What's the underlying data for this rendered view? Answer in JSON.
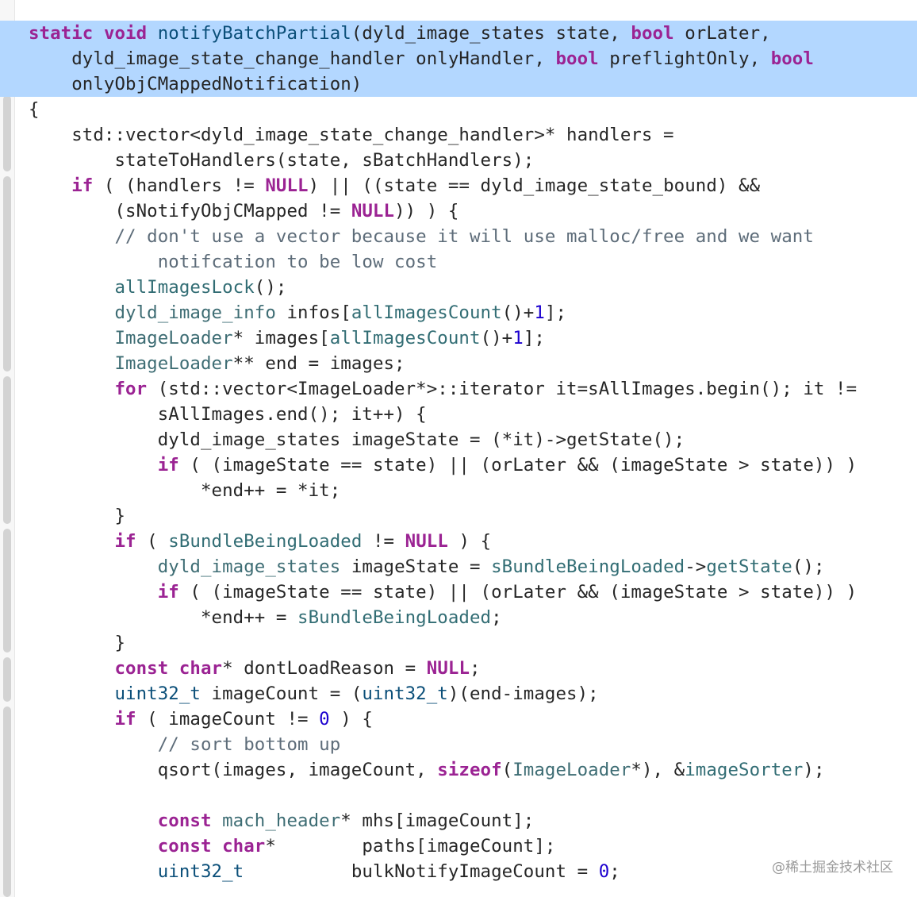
{
  "editor": {
    "colors": {
      "keyword": "#9b2393",
      "function": "#326d74",
      "type": "#0b4f79",
      "class": "#3e6d74",
      "number": "#1c00cf",
      "comment": "#5d6c79",
      "plain": "#262626",
      "selection": "#b3d7ff"
    },
    "lines": [
      {
        "selected": true,
        "tokens": [
          [
            "kw",
            "static"
          ],
          [
            "pl",
            " "
          ],
          [
            "kw",
            "void"
          ],
          [
            "pl",
            " "
          ],
          [
            "ty",
            "notifyBatchPartial"
          ],
          [
            "pl",
            "(dyld_image_states state, "
          ],
          [
            "kw",
            "bool"
          ],
          [
            "pl",
            " orLater,"
          ]
        ]
      },
      {
        "selected": true,
        "tokens": [
          [
            "pl",
            "    dyld_image_state_change_handler onlyHandler, "
          ],
          [
            "kw",
            "bool"
          ],
          [
            "pl",
            " preflightOnly, "
          ],
          [
            "kw",
            "bool"
          ]
        ]
      },
      {
        "selected": true,
        "tokens": [
          [
            "pl",
            "    onlyObjCMappedNotification)"
          ]
        ]
      },
      {
        "tokens": [
          [
            "pl",
            "{"
          ]
        ]
      },
      {
        "tokens": [
          [
            "pl",
            "    std::vector<dyld_image_state_change_handler>* handlers ="
          ]
        ]
      },
      {
        "tokens": [
          [
            "pl",
            "        stateToHandlers(state, sBatchHandlers);"
          ]
        ]
      },
      {
        "tokens": [
          [
            "pl",
            "    "
          ],
          [
            "kw",
            "if"
          ],
          [
            "pl",
            " ( (handlers != "
          ],
          [
            "kw",
            "NULL"
          ],
          [
            "pl",
            ") || ((state == dyld_image_state_bound) &&"
          ]
        ]
      },
      {
        "tokens": [
          [
            "pl",
            "        (sNotifyObjCMapped != "
          ],
          [
            "kw",
            "NULL"
          ],
          [
            "pl",
            ")) ) {"
          ]
        ]
      },
      {
        "tokens": [
          [
            "pl",
            "        "
          ],
          [
            "cm",
            "// don't use a vector because it will use malloc/free and we want"
          ]
        ]
      },
      {
        "tokens": [
          [
            "pl",
            "            "
          ],
          [
            "cm",
            "notifcation to be low cost"
          ]
        ]
      },
      {
        "tokens": [
          [
            "pl",
            "        "
          ],
          [
            "fn",
            "allImagesLock"
          ],
          [
            "pl",
            "();"
          ]
        ]
      },
      {
        "tokens": [
          [
            "pl",
            "        "
          ],
          [
            "cls",
            "dyld_image_info"
          ],
          [
            "pl",
            " infos["
          ],
          [
            "fn",
            "allImagesCount"
          ],
          [
            "pl",
            "()+"
          ],
          [
            "num",
            "1"
          ],
          [
            "pl",
            "];"
          ]
        ]
      },
      {
        "tokens": [
          [
            "pl",
            "        "
          ],
          [
            "cls",
            "ImageLoader"
          ],
          [
            "pl",
            "* images["
          ],
          [
            "fn",
            "allImagesCount"
          ],
          [
            "pl",
            "()+"
          ],
          [
            "num",
            "1"
          ],
          [
            "pl",
            "];"
          ]
        ]
      },
      {
        "tokens": [
          [
            "pl",
            "        "
          ],
          [
            "cls",
            "ImageLoader"
          ],
          [
            "pl",
            "** end = images;"
          ]
        ]
      },
      {
        "tokens": [
          [
            "pl",
            "        "
          ],
          [
            "kw",
            "for"
          ],
          [
            "pl",
            " (std::vector<ImageLoader*>::iterator it=sAllImages.begin(); it !="
          ]
        ]
      },
      {
        "tokens": [
          [
            "pl",
            "            sAllImages.end(); it++) {"
          ]
        ]
      },
      {
        "tokens": [
          [
            "pl",
            "            dyld_image_states imageState = (*it)->getState();"
          ]
        ]
      },
      {
        "tokens": [
          [
            "pl",
            "            "
          ],
          [
            "kw",
            "if"
          ],
          [
            "pl",
            " ( (imageState == state) || (orLater && (imageState > state)) )"
          ]
        ]
      },
      {
        "tokens": [
          [
            "pl",
            "                *end++ = *it;"
          ]
        ]
      },
      {
        "tokens": [
          [
            "pl",
            "        }"
          ]
        ]
      },
      {
        "tokens": [
          [
            "pl",
            "        "
          ],
          [
            "kw",
            "if"
          ],
          [
            "pl",
            " ( "
          ],
          [
            "fn",
            "sBundleBeingLoaded"
          ],
          [
            "pl",
            " != "
          ],
          [
            "kw",
            "NULL"
          ],
          [
            "pl",
            " ) {"
          ]
        ]
      },
      {
        "tokens": [
          [
            "pl",
            "            "
          ],
          [
            "cls",
            "dyld_image_states"
          ],
          [
            "pl",
            " imageState = "
          ],
          [
            "fn",
            "sBundleBeingLoaded"
          ],
          [
            "pl",
            "->"
          ],
          [
            "fn",
            "getState"
          ],
          [
            "pl",
            "();"
          ]
        ]
      },
      {
        "tokens": [
          [
            "pl",
            "            "
          ],
          [
            "kw",
            "if"
          ],
          [
            "pl",
            " ( (imageState == state) || (orLater && (imageState > state)) )"
          ]
        ]
      },
      {
        "tokens": [
          [
            "pl",
            "                *end++ = "
          ],
          [
            "fn",
            "sBundleBeingLoaded"
          ],
          [
            "pl",
            ";"
          ]
        ]
      },
      {
        "tokens": [
          [
            "pl",
            "        }"
          ]
        ]
      },
      {
        "tokens": [
          [
            "pl",
            "        "
          ],
          [
            "kw",
            "const"
          ],
          [
            "pl",
            " "
          ],
          [
            "kw",
            "char"
          ],
          [
            "pl",
            "* dontLoadReason = "
          ],
          [
            "kw",
            "NULL"
          ],
          [
            "pl",
            ";"
          ]
        ]
      },
      {
        "tokens": [
          [
            "pl",
            "        "
          ],
          [
            "ty",
            "uint32_t"
          ],
          [
            "pl",
            " imageCount = ("
          ],
          [
            "ty",
            "uint32_t"
          ],
          [
            "pl",
            ")(end-images);"
          ]
        ]
      },
      {
        "tokens": [
          [
            "pl",
            "        "
          ],
          [
            "kw",
            "if"
          ],
          [
            "pl",
            " ( imageCount != "
          ],
          [
            "num",
            "0"
          ],
          [
            "pl",
            " ) {"
          ]
        ]
      },
      {
        "tokens": [
          [
            "pl",
            "            "
          ],
          [
            "cm",
            "// sort bottom up"
          ]
        ]
      },
      {
        "tokens": [
          [
            "pl",
            "            qsort(images, imageCount, "
          ],
          [
            "kw",
            "sizeof"
          ],
          [
            "pl",
            "("
          ],
          [
            "cls",
            "ImageLoader"
          ],
          [
            "pl",
            "*), &"
          ],
          [
            "fn",
            "imageSorter"
          ],
          [
            "pl",
            ");"
          ]
        ]
      },
      {
        "tokens": [
          [
            "pl",
            ""
          ]
        ]
      },
      {
        "tokens": [
          [
            "pl",
            "            "
          ],
          [
            "kw",
            "const"
          ],
          [
            "pl",
            " "
          ],
          [
            "cls",
            "mach_header"
          ],
          [
            "pl",
            "* mhs[imageCount];"
          ]
        ]
      },
      {
        "tokens": [
          [
            "pl",
            "            "
          ],
          [
            "kw",
            "const"
          ],
          [
            "pl",
            " "
          ],
          [
            "kw",
            "char"
          ],
          [
            "pl",
            "*        paths[imageCount];"
          ]
        ]
      },
      {
        "tokens": [
          [
            "pl",
            "            "
          ],
          [
            "ty",
            "uint32_t"
          ],
          [
            "pl",
            "          bulkNotifyImageCount = "
          ],
          [
            "num",
            "0"
          ],
          [
            "pl",
            ";"
          ]
        ]
      }
    ]
  },
  "watermark": "@稀土掘金技术社区"
}
